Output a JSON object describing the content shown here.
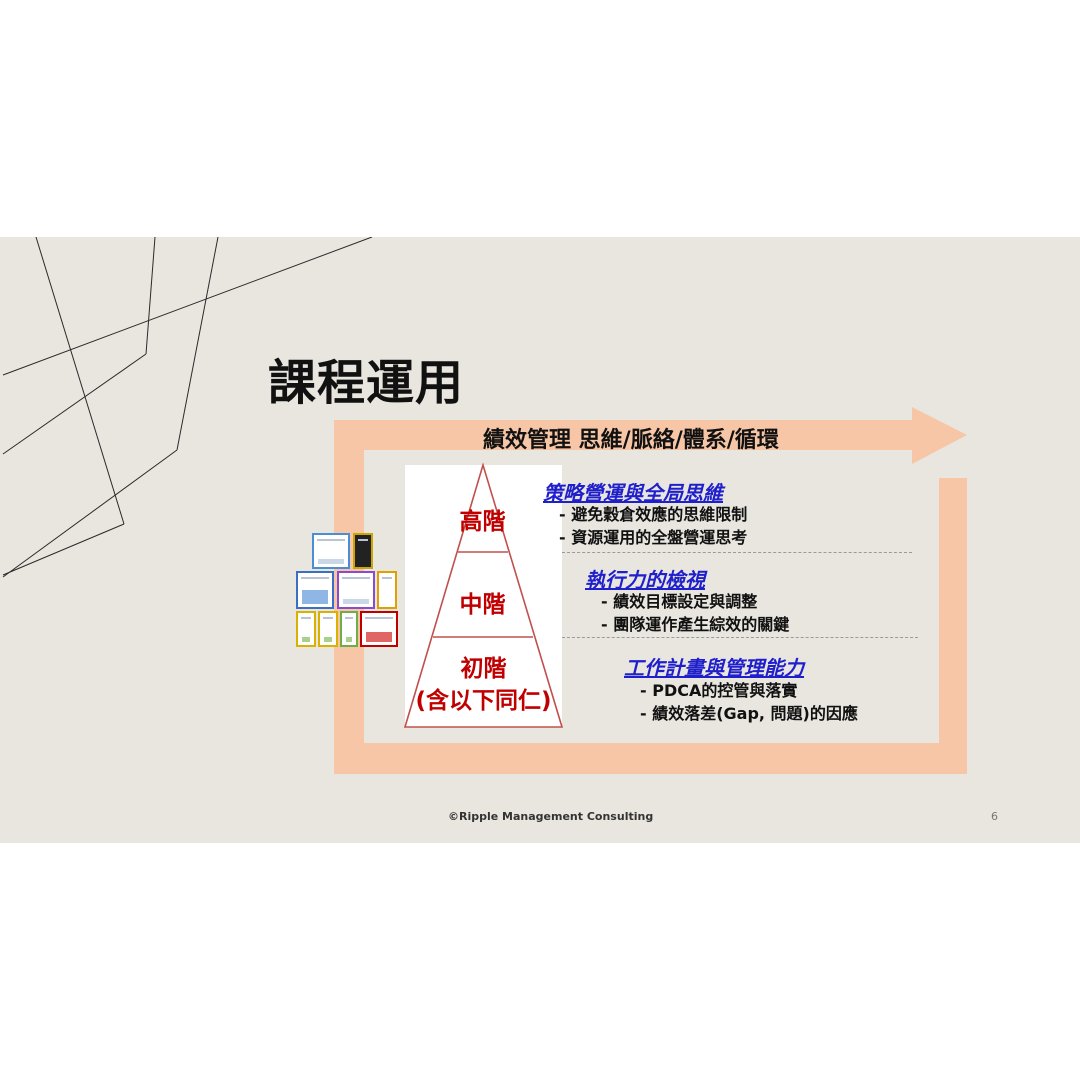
{
  "slide": {
    "title": "課程運用",
    "banner": "績效管理 思維/脈絡/體系/循環",
    "levels": [
      {
        "label": "高階",
        "heading": "策略營運與全局思維",
        "bullets": [
          "- 避免穀倉效應的思維限制",
          "- 資源運用的全盤營運思考"
        ]
      },
      {
        "label": "中階",
        "heading": "執行力的檢視",
        "bullets": [
          "- 績效目標設定與調整",
          "- 團隊運作產生綜效的關鍵"
        ]
      },
      {
        "label_line1": "初階",
        "label_line2": "(含以下同仁)",
        "heading": "工作計畫與管理能力",
        "bullets": [
          "- PDCA的控管與落實",
          "- 績效落差(Gap, 問題)的因應"
        ]
      }
    ],
    "footer": "©Ripple Management Consulting",
    "page_number": "6"
  },
  "colors": {
    "slide_bg": "#e9e6e0",
    "loop_arrow": "#f6c6a6",
    "level_label": "#c00000",
    "heading": "#1f1fcc"
  },
  "icons": [
    "card-deck-image"
  ]
}
